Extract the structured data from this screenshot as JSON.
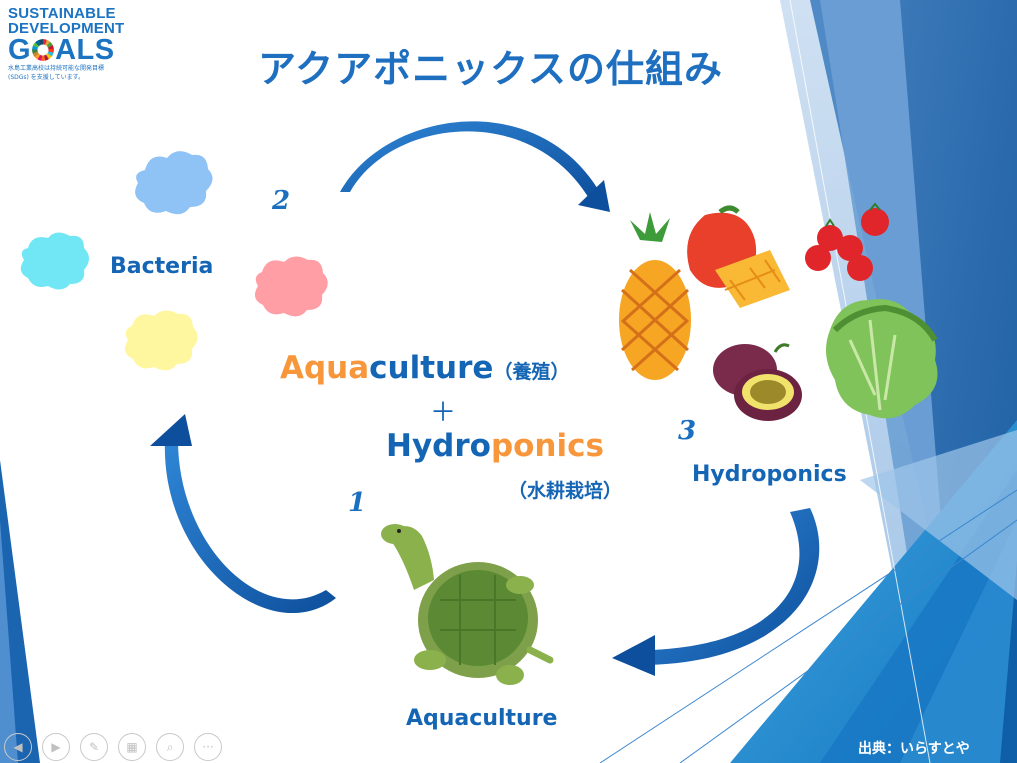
{
  "logo": {
    "line1": "SUSTAINABLE",
    "line2": "DEVELOPMENT",
    "goals_g": "G",
    "goals_rest": "ALS",
    "sub1": "水島工業高校は持続可能な開発目標",
    "sub2": "(SDGs) を支援しています。"
  },
  "title": "アクアポニックスの仕組み",
  "steps": {
    "step1": "1",
    "step2": "2",
    "step3": "3"
  },
  "labels": {
    "bacteria": "Bacteria",
    "hydroponics": "Hydroponics",
    "aquaculture": "Aquaculture"
  },
  "center": {
    "aqua_part1": "Aqua",
    "aqua_part2": "culture",
    "aqua_jp": "（養殖）",
    "plus": "＋",
    "hydro_part1": "Hydro",
    "hydro_part2": "ponics",
    "hydro_jp": "（水耕栽培）"
  },
  "credit": "出典：いらすとや",
  "nav": [
    "prev-icon",
    "next-icon",
    "pen-icon",
    "slides-icon",
    "zoom-icon",
    "more-icon"
  ],
  "colors": {
    "title_blue": "#1f6fc0",
    "accent_orange": "#f7963b",
    "arrow_blue": "#1565b5"
  }
}
